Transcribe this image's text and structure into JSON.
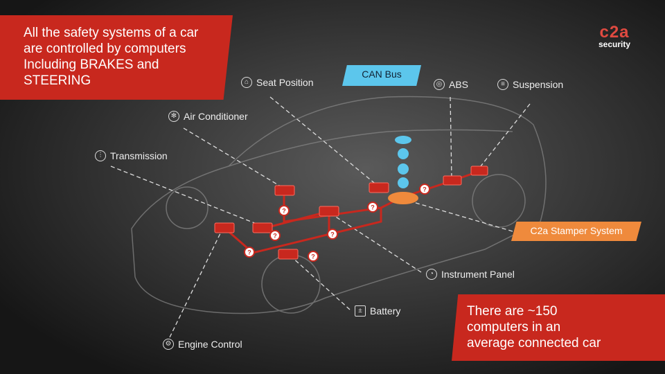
{
  "headline": {
    "lines": [
      "All the safety systems of a car",
      "are controlled by computers",
      "Including BRAKES and",
      "STEERING"
    ]
  },
  "footnote": {
    "lines": [
      "There are ~150",
      "computers in an",
      "average connected car"
    ]
  },
  "logo": {
    "mark": "c2a",
    "sub": "security"
  },
  "tags": {
    "can_bus": "CAN Bus",
    "stamper": "C2a Stamper System"
  },
  "labels": {
    "seat_position": "Seat Position",
    "abs": "ABS",
    "suspension": "Suspension",
    "air_conditioner": "Air Conditioner",
    "transmission": "Transmission",
    "instrument_panel": "Instrument Panel",
    "battery": "Battery",
    "engine_control": "Engine Control"
  },
  "module_marker": "?",
  "colors": {
    "red": "#c8281e",
    "can_blue": "#5cc6ec",
    "stamper_orange": "#ef8a3c"
  }
}
